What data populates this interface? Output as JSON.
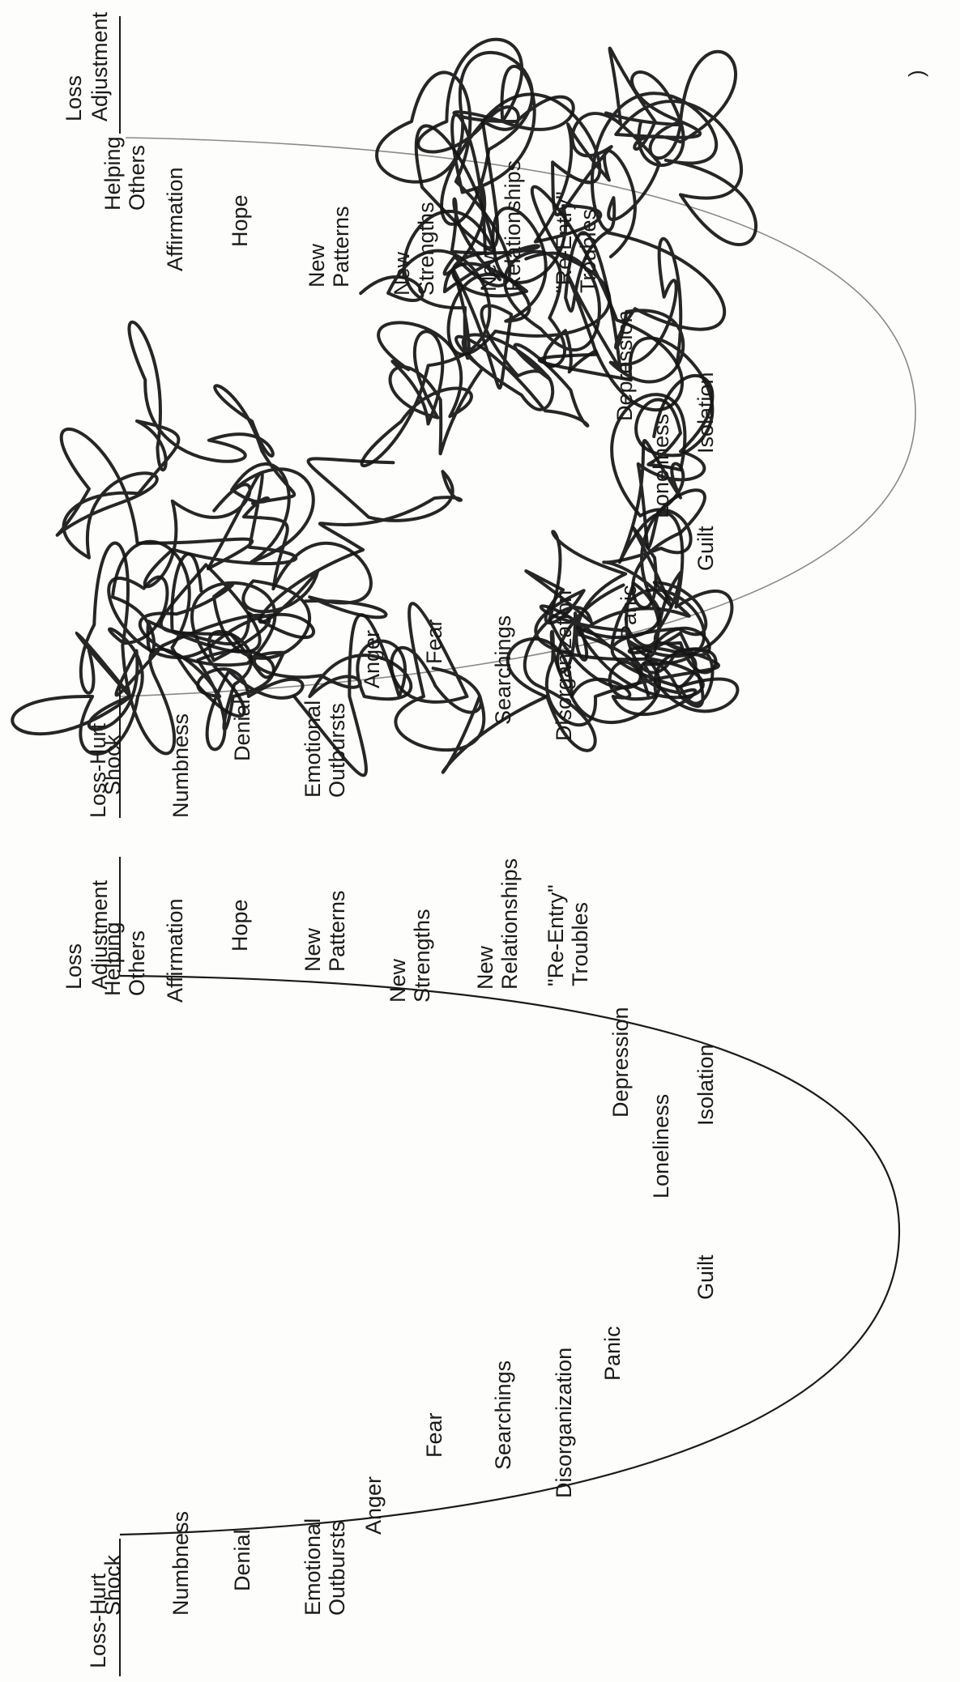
{
  "bottom_diagram": {
    "start_label": "Loss-Hurt",
    "end_label": "Loss\nAdjustment",
    "stages": [
      "Shock",
      "Numbness",
      "Denial",
      "Emotional\nOutbursts",
      "Anger",
      "Fear",
      "Searchings",
      "Disorganization",
      "Panic",
      "Guilt",
      "Loneliness",
      "Isolation",
      "Depression",
      "\"Re-Entry\"\nTroubles",
      "New\nRelationships",
      "New\nStrengths",
      "New\nPatterns",
      "Hope",
      "Affirmation",
      "Helping\nOthers"
    ]
  },
  "top_diagram": {
    "start_label": "Loss-Hurt",
    "end_label": "Loss\nAdjustment",
    "stages": [
      "Shock",
      "Numbness",
      "Denial",
      "Emotional\nOutbursts",
      "Anger",
      "Fear",
      "Searchings",
      "Disorganization",
      "Panic",
      "Guilt",
      "Loneliness",
      "Isolation",
      "Depression",
      "\"Re-Entry\"\nTroubles",
      "New\nRelationships",
      "New\nStrengths",
      "New\nPatterns",
      "Hope",
      "Affirmation",
      "Helping\nOthers"
    ],
    "scribble": "tangled-path-overlay"
  },
  "colors": {
    "ink": "#1a1a1a",
    "paper": "#fdfdfb",
    "faint_curve": "#8a8a8a"
  }
}
